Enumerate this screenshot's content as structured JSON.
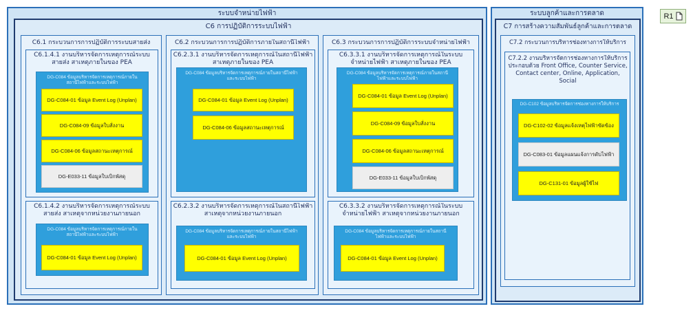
{
  "badge": {
    "label": "R1"
  },
  "left": {
    "header": "ระบบจำหน่ายไฟฟ้า",
    "sub_header": "C6 การปฏิบัติการระบบไฟฟ้า",
    "columns": [
      {
        "title": "C6.1 กระบวนการการปฏิบัติการระบบสายส่ง",
        "processes": [
          {
            "title": "C6.1.4.1 งานบริหารจัดการเหตุการณ์ระบบสายส่ง สาเหตุภายในของ PEA",
            "group_title": "DG-C084 ข้อมูลบริหารจัดการเหตุการณ์ภายในสถานีไฟฟ้าและระบบไฟฟ้า",
            "items": [
              {
                "label": "DG-C084-01 ข้อมูล Event Log (Unplan)",
                "style": "yellow"
              },
              {
                "label": "DG-C084-09 ข้อมูลใบสั่งงาน",
                "style": "yellow"
              },
              {
                "label": "DG-C084-06 ข้อมูลสถานะเหตุการณ์",
                "style": "yellow"
              },
              {
                "label": "DG-E033-11 ข้อมูลใบเบิกพัสดุ",
                "style": "gray"
              }
            ]
          },
          {
            "title": "C6.1.4.2 งานบริหารจัดการเหตุการณ์ระบบสายส่ง สาเหตุจากหน่วยงานภายนอก",
            "group_title": "DG-C084 ข้อมูลบริหารจัดการเหตุการณ์ภายในสถานีไฟฟ้าและระบบไฟฟ้า",
            "items": [
              {
                "label": "DG-C084-01 ข้อมูล Event Log (Unplan)",
                "style": "yellow"
              }
            ]
          }
        ]
      },
      {
        "title": "C6.2 กระบวนการการปฏิบัติการภายในสถานีไฟฟ้า",
        "processes": [
          {
            "title": "C6.2.3.1 งานบริหารจัดการเหตุการณ์ในสถานีไฟฟ้า สาเหตุภายในของ PEA",
            "group_title": "DG-C084 ข้อมูลบริหารจัดการเหตุการณ์ภายในสถานีไฟฟ้าและระบบไฟฟ้า",
            "items": [
              {
                "label": "DG-C084-01 ข้อมูล Event Log (Unplan)",
                "style": "yellow"
              },
              {
                "label": "DG-C084-06 ข้อมูลสถานะเหตุการณ์",
                "style": "yellow"
              }
            ]
          },
          {
            "title": "C6.2.3.2 งานบริหารจัดการเหตุการณ์ในสถานีไฟฟ้า สาเหตุจากหน่วยงานภายนอก",
            "group_title": "DG-C084 ข้อมูลบริหารจัดการเหตุการณ์ภายในสถานีไฟฟ้าและระบบไฟฟ้า",
            "items": [
              {
                "label": "DG-C084-01 ข้อมูล Event Log (Unplan)",
                "style": "yellow"
              }
            ]
          }
        ]
      },
      {
        "title": "C6.3 กระบวนการการปฏิบัติการระบบจำหน่ายไฟฟ้า",
        "processes": [
          {
            "title": "C6.3.3.1 งานบริหารจัดการเหตุการณ์ในระบบจำหน่ายไฟฟ้า สาเหตุภายในของ PEA",
            "group_title": "DG-C084 ข้อมูลบริหารจัดการเหตุการณ์ภายในสถานีไฟฟ้าและระบบไฟฟ้า",
            "items": [
              {
                "label": "DG-C084-01 ข้อมูล Event Log (Unplan)",
                "style": "yellow"
              },
              {
                "label": "DG-C084-09 ข้อมูลใบสั่งงาน",
                "style": "yellow"
              },
              {
                "label": "DG-C084-06 ข้อมูลสถานะเหตุการณ์",
                "style": "yellow"
              },
              {
                "label": "DG-E033-11 ข้อมูลใบเบิกพัสดุ",
                "style": "gray"
              }
            ]
          },
          {
            "title": "C6.3.3.2 งานบริหารจัดการเหตุการณ์ในระบบจำหน่ายไฟฟ้า สาเหตุจากหน่วยงานภายนอก",
            "group_title": "DG-C084 ข้อมูลบริหารจัดการเหตุการณ์ภายในสถานีไฟฟ้าและระบบไฟฟ้า",
            "items": [
              {
                "label": "DG-C084-01 ข้อมูล Event Log (Unplan)",
                "style": "yellow"
              }
            ]
          }
        ]
      }
    ]
  },
  "right": {
    "header": "ระบบลูกค้าและการตลาด",
    "sub_header": "C7 การสร้างความสัมพันธ์ลูกค้าและการตลาด",
    "column_title": "C7.2 กระบวนการบริหารช่องทางการให้บริการ",
    "process_title": "C7.2.2 งานบริหารจัดการช่องทางการให้บริการ ประกอบด้วย Front Office, Counter Service, Contact center, Online, Application, Social",
    "group_title": "DG-C102 ข้อมูลบริหารจัดการช่องทางการให้บริการ",
    "items": [
      {
        "label": "DG-C102-02 ข้อมูลแจ้งเหตุไฟฟ้าขัดข้อง",
        "style": "yellow"
      },
      {
        "label": "DG-C083-01 ข้อมูลแผนแจ้งการดับไฟฟ้า",
        "style": "gray"
      },
      {
        "label": "DG-C131-01 ข้อมูลผู้ใช้ไฟ",
        "style": "yellow"
      }
    ]
  }
}
